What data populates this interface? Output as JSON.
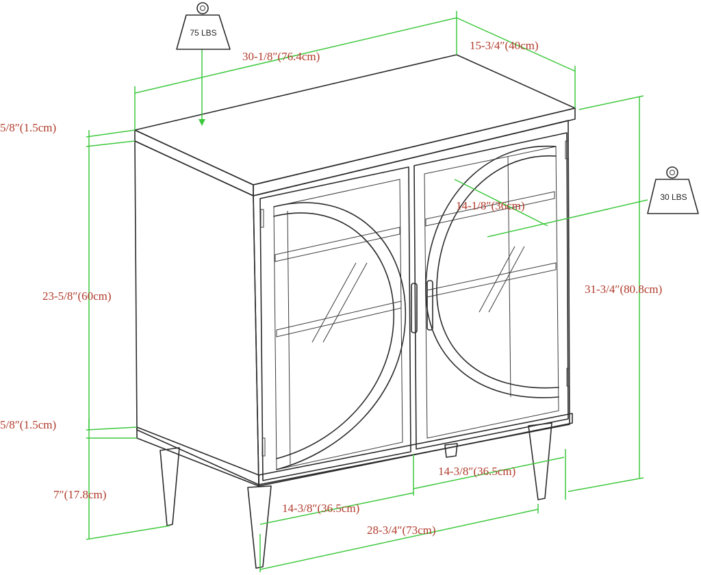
{
  "diagram": {
    "weights": {
      "top": "75 LBS",
      "shelf": "30 LBS"
    },
    "dimensions": {
      "width_top": "30-1/8″(76.4cm)",
      "depth_top": "15-3/4″(40cm)",
      "top_thickness": "5/8″(1.5cm)",
      "body_height": "23-5/8″(60cm)",
      "bottom_thickness": "5/8″(1.5cm)",
      "leg_height": "7″(17.8cm)",
      "total_height": "31-3/4″(80.8cm)",
      "interior_depth": "14-1/8″(36cm)",
      "leg_span_right": "14-3/8″(36.5cm)",
      "leg_span_left": "14-3/8″(36.5cm)",
      "base_width": "28-3/4″(73cm)"
    },
    "colors": {
      "dimension_line": "#3cc83c",
      "label_text": "#b03a2a",
      "outline": "#2a2a2a"
    }
  }
}
